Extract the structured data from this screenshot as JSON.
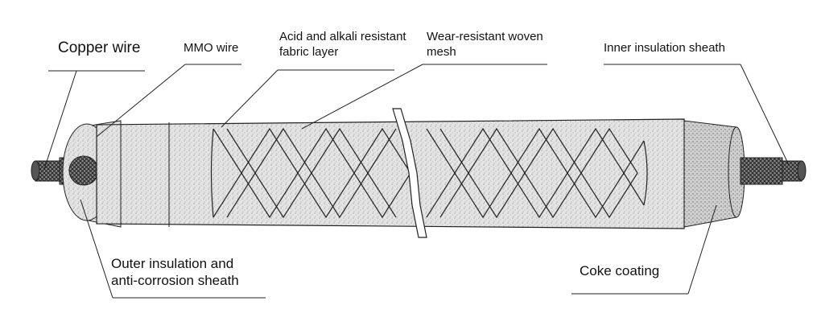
{
  "labels": {
    "copper_wire": "Copper wire",
    "mmo_wire": "MMO wire",
    "fabric_layer_line1": "Acid and alkali resistant",
    "fabric_layer_line2": "fabric layer",
    "woven_mesh_line1": "Wear-resistant woven",
    "woven_mesh_line2": "mesh",
    "inner_sheath": "Inner insulation sheath",
    "outer_sheath_line1": "Outer insulation and",
    "outer_sheath_line2": "anti-corrosion sheath",
    "coke_coating": "Coke coating"
  },
  "colors": {
    "line": "#222222",
    "sheath_fill": "#d9d9d9",
    "coke_fill": "#c8c8c8",
    "copper_end": "#9a9a9a"
  }
}
